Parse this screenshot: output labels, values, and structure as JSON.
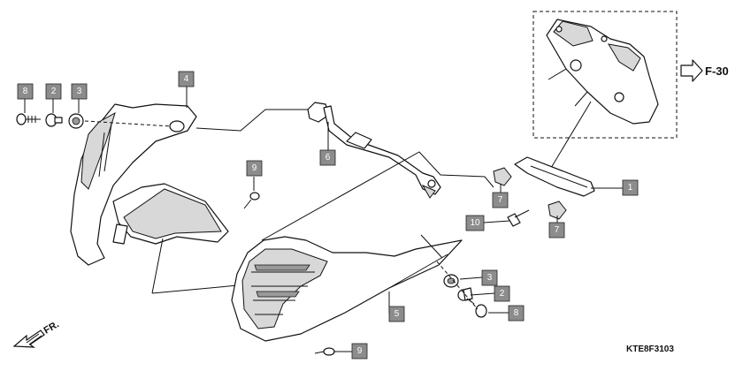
{
  "diagram": {
    "callouts": {
      "c8a": "8",
      "c2a": "2",
      "c3a": "3",
      "c4": "4",
      "c9a": "9",
      "c6": "6",
      "c7a": "7",
      "c1": "1",
      "c10": "10",
      "c7b": "7",
      "c3b": "3",
      "c2b": "2",
      "c8b": "8",
      "c5": "5",
      "c9b": "9"
    },
    "ref_label": "F-30",
    "direction_label": "FR.",
    "code": "KTE8F3103",
    "colors": {
      "callout_fill": "#8c8c8c",
      "line": "#111111"
    }
  }
}
